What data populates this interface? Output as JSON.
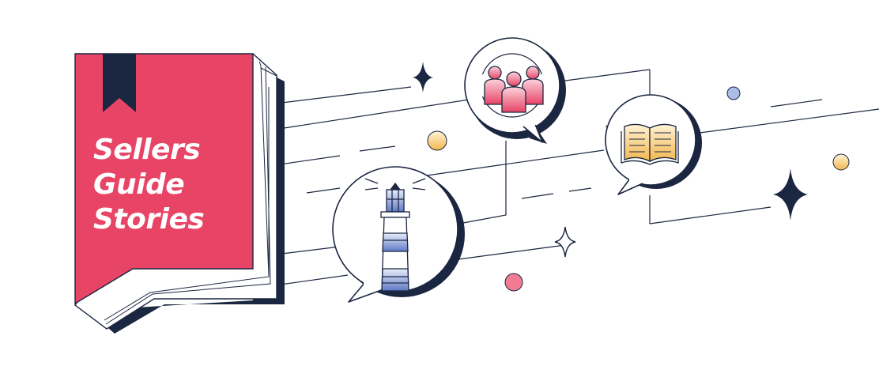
{
  "book": {
    "title_lines": [
      "Sellers",
      "Guide",
      "Stories"
    ]
  },
  "palette": {
    "navy": "#1b2641",
    "cover_red": "#e84466",
    "white": "#ffffff",
    "gold": "#f7c96a",
    "blue_dot": "#a9bde8",
    "pink_dot": "#f27d93"
  },
  "icons": {
    "people_bubble": "group-of-people-icon",
    "book_bubble": "open-book-icon",
    "lighthouse_bubble": "lighthouse-icon"
  }
}
